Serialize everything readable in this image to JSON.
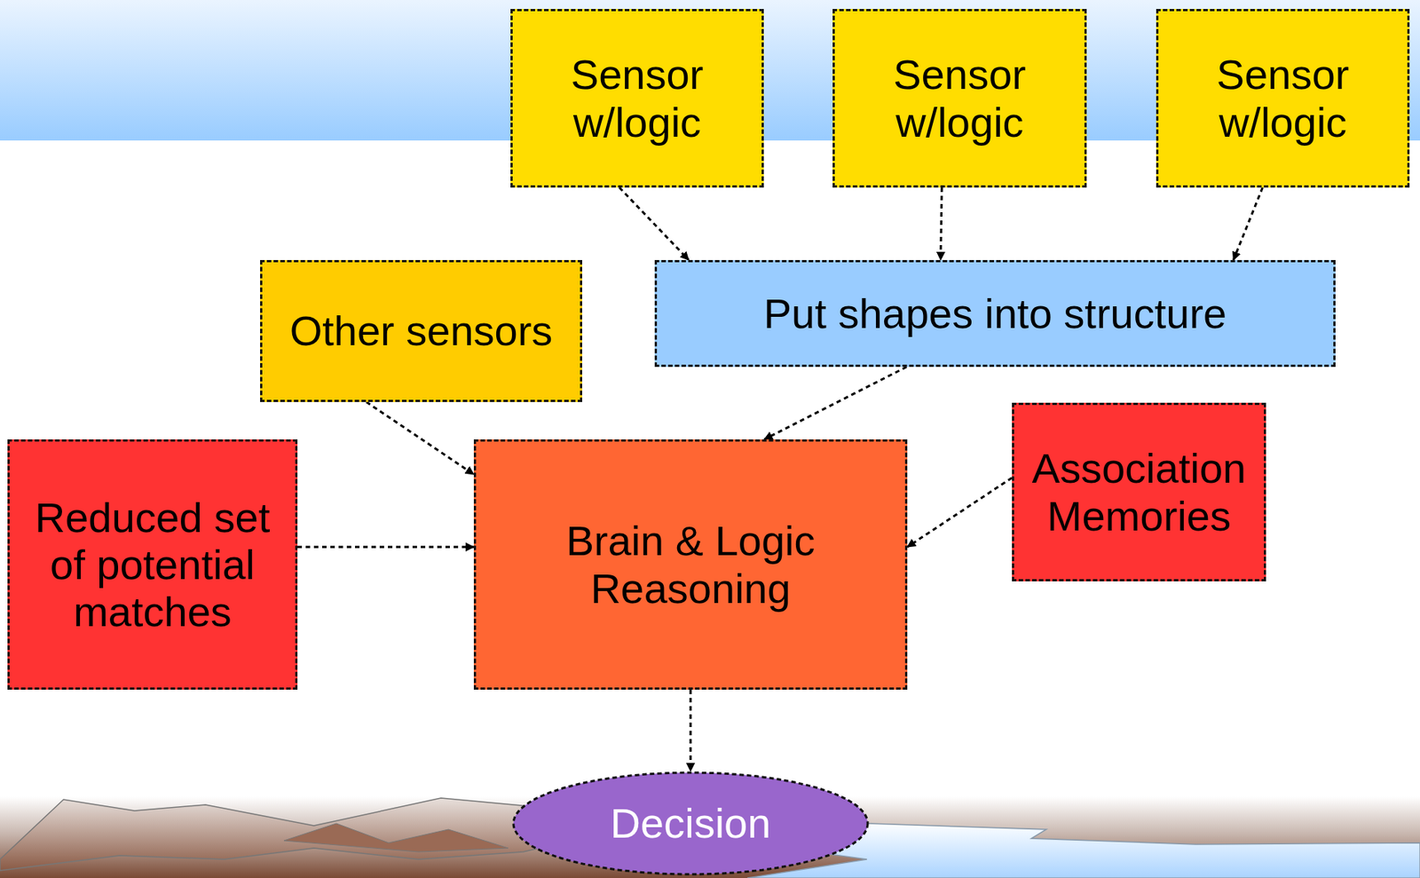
{
  "diagram": {
    "nodes": [
      {
        "text": [
          "Sensor w/logic"
        ]
      },
      {
        "text": [
          "Sensor w/logic"
        ]
      },
      {
        "text": [
          "Sensor w/logic"
        ]
      },
      {
        "text": [
          "Put shapes into structure"
        ]
      },
      {
        "text": [
          "Other sensors"
        ]
      },
      {
        "text": [
          "Reduced set of potential matches"
        ]
      },
      {
        "text": [
          "Brain & Logic Reasoning"
        ]
      },
      {
        "text": [
          "Association Memories"
        ]
      },
      {
        "text": [
          "Decision"
        ]
      }
    ],
    "edges": [
      {
        "from": 0,
        "to": 3,
        "arrow": "to"
      },
      {
        "from": 1,
        "to": 3,
        "arrow": "to"
      },
      {
        "from": 2,
        "to": 3,
        "arrow": "to"
      },
      {
        "from": 3,
        "to": 6,
        "arrow": "to"
      },
      {
        "from": 4,
        "to": 6,
        "arrow": "to"
      },
      {
        "from": 5,
        "to": 6,
        "arrow": "to"
      },
      {
        "from": 7,
        "to": 6,
        "arrow": "to"
      },
      {
        "from": 6,
        "to": 8,
        "arrow": "to"
      }
    ]
  }
}
